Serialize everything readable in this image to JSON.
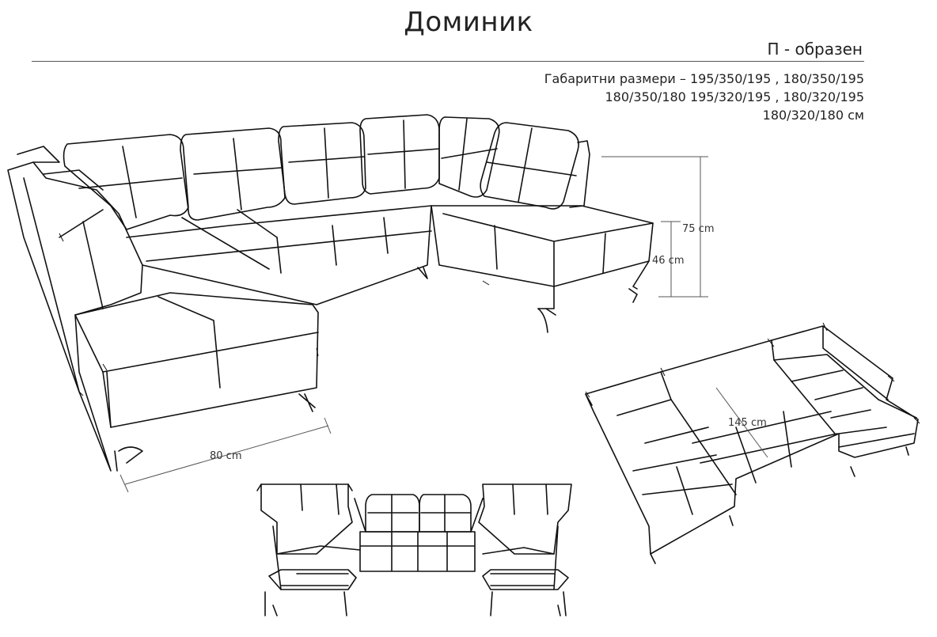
{
  "header": {
    "title": "Доминик",
    "subtitle": "П - образен"
  },
  "dimensions": {
    "line1": "Габаритни размери – 195/350/195 , 180/350/195",
    "line2": "180/350/180  195/320/195 , 180/320/195",
    "line3": "180/320/180 см"
  },
  "labels": {
    "height_total": "75 cm",
    "seat_height": "46 cm",
    "seat_depth": "80 cm",
    "sleep_width": "145 cm"
  }
}
